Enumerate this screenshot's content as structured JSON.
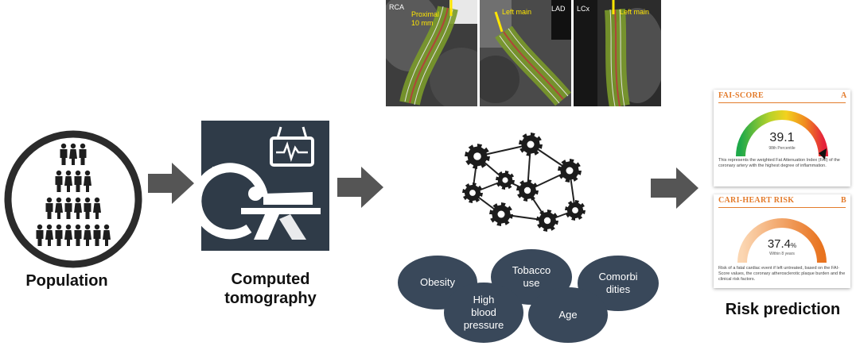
{
  "stages": {
    "population": "Population",
    "ct_line1": "Computed",
    "ct_line2": "tomography",
    "risk": "Risk prediction"
  },
  "ct_images": [
    {
      "vessel": "RCA",
      "annotation_line1": "Proximal",
      "annotation_line2": "10 mm"
    },
    {
      "vessel": "LAD",
      "annotation_line1": "Left main",
      "annotation_line2": ""
    },
    {
      "vessel": "LCx",
      "annotation_line1": "Left main",
      "annotation_line2": ""
    }
  ],
  "risk_factors": {
    "obesity": "Obesity",
    "tobacco_1": "Tobacco",
    "tobacco_2": "use",
    "comorb_1": "Comorbi",
    "comorb_2": "dities",
    "hbp_1": "High",
    "hbp_2": "blood",
    "hbp_3": "pressure",
    "age": "Age"
  },
  "fai_card": {
    "title": "FAI-SCORE",
    "letter": "A",
    "value": "39.1",
    "value_sub": "98th Percentile",
    "description": "This represents the weighted Fat Attenuation Index (FAI) of the coronary artery with the highest degree of inflammation."
  },
  "cari_card": {
    "title": "CARI-HEART RISK",
    "letter": "B",
    "value": "37.4",
    "value_unit": "%",
    "value_sub": "Within 8 years",
    "description": "Risk of a fatal cardiac event if left untreated, based on the FAI-Score values, the coronary atherosclerotic plaque burden and the clinical risk factors."
  },
  "colors": {
    "arrow": "#555555",
    "ct_dark": "#2f3b48",
    "blob": "#39485a",
    "accent": "#e37b2b"
  }
}
